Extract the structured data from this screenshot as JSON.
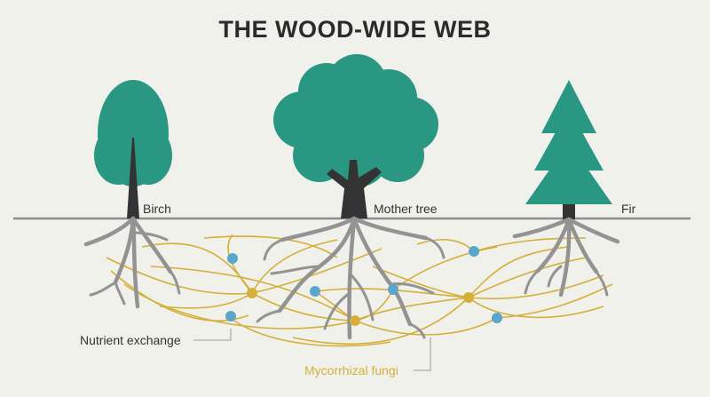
{
  "title": "THE WOOD-WIDE WEB",
  "labels": {
    "birch": "Birch",
    "mother_tree": "Mother tree",
    "fir": "Fir",
    "nutrient_exchange": "Nutrient exchange",
    "mycorrhizal_fungi": "Mycorrhizal fungi"
  },
  "colors": {
    "background": "#f1f1ec",
    "canopy": "#2a9783",
    "trunk": "#333333",
    "ground": "#8c8c8c",
    "roots": "#939393",
    "fungi": "#d4af3a",
    "exchange_node": "#5aa7cb",
    "title_text": "#2b2b2b",
    "label_text": "#333333"
  }
}
